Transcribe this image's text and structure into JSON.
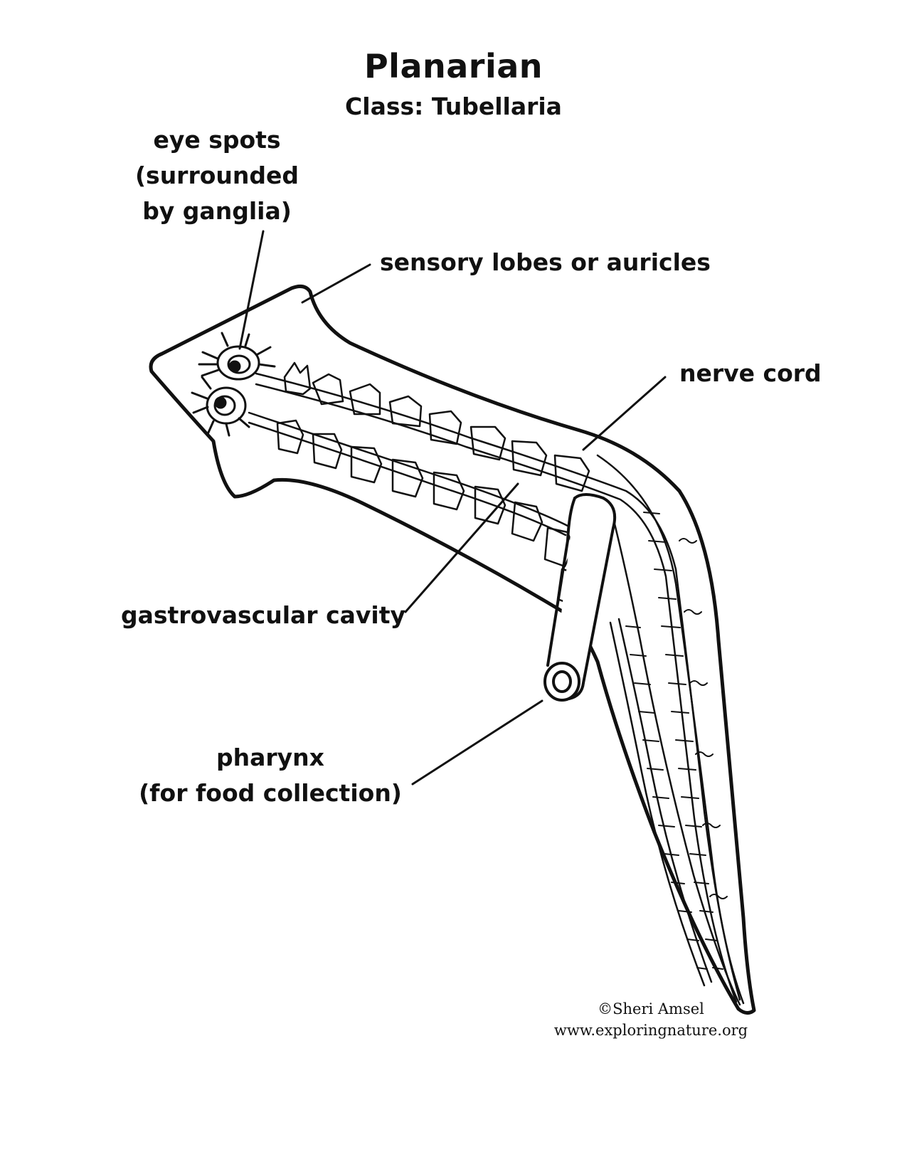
{
  "title": "Planarian",
  "subtitle": "Class: Tubellaria",
  "labels": {
    "eye_spots": [
      "eye spots",
      "(surrounded",
      "by ganglia)"
    ],
    "sensory_lobes": "sensory lobes or auricles",
    "nerve_cord": "nerve cord",
    "gastrovascular": "gastrovascular cavity",
    "pharynx": [
      "pharynx",
      "(for food collection)"
    ]
  },
  "credit": {
    "copyright": "©Sheri Amsel",
    "website": "www.exploringnature.org"
  },
  "colors": {
    "ink": "#111111",
    "background": "#ffffff"
  }
}
